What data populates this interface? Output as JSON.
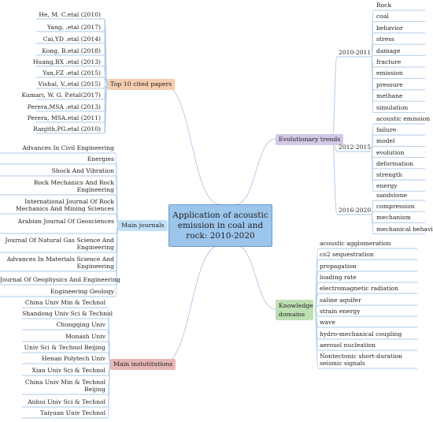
{
  "central_topic": "Application of acoustic emission in coal and rock: 2010-2020",
  "colors": {
    "central": "#9cc5ec",
    "top_cited": "#f5cdb0",
    "journals": "#bfe0f6",
    "institutions": "#e7b6b6",
    "trends": "#d3c8e6",
    "knowledge": "#bde0b3",
    "line": "#aec8e6"
  },
  "top_cited_papers": {
    "label": "Top 10 cited papers",
    "items": [
      "He, M. C.etal (2010)",
      "Yang, .etal (2017)",
      "Cai,YD .etal (2014)",
      "Kong, B.etal (2018)",
      "Huang,BX .etal (2013)",
      "Yan,FZ .etal (2015)",
      "Vishal, V.,etal (2015)",
      "Kumari, W. G. P.etal(2017)",
      "Perera,MSA .etal (2013)",
      "Perera, MSA.etal (2011)",
      "Ranjith,PG.etal (2010)"
    ]
  },
  "main_journals": {
    "label": "Main journals",
    "items": [
      "Advances In Civil Engineering",
      "Energies",
      "Shock And Vibration",
      "Rock Mechanics And Rock Engineering",
      "International Journal Of Rock Mechanics And Mining Sciences",
      "Arabian Journal Of Geosciences",
      "Journal Of Natural Gas Science And Engineering",
      "Advances In Materials Science And Engineering",
      "Journal Of Geophysics And Engineering",
      "Engineering Geology"
    ]
  },
  "main_institutions": {
    "label": "Main instutitutions",
    "items": [
      "China Univ Min & Technol",
      "Shandong Univ Sci & Technol",
      "Chongqing Univ",
      "Monash Univ",
      "Univ Sci & Technol Beijing",
      "Henan Polytech Univ",
      "Xian Univ Sci & Technol",
      "China Univ Min & Technol Beijing",
      "Anhui Univ Sci & Technol",
      "Taiyuan Univ Technol"
    ]
  },
  "evolutionary_trends": {
    "label": "Evolutionary trends",
    "periods": [
      {
        "label": "2010-2011",
        "items": [
          "Rock",
          "coal",
          "behavior",
          "stress",
          "damage",
          "fracture",
          "emission",
          "pressure",
          "methane",
          "simulation"
        ]
      },
      {
        "label": "2012-2015",
        "items": [
          "acoustic emission",
          "failure",
          "model",
          "evolution",
          "deformation",
          "strength",
          "energy"
        ]
      },
      {
        "label": "2016-2020",
        "items": [
          "sandstone",
          "compression",
          "mechanism",
          "mechanical behavior"
        ]
      }
    ]
  },
  "knowledge_domains": {
    "label": "Knowledge domains",
    "items": [
      "acoustic agglomeration",
      "co2 sequestration",
      "propagation",
      "loading rate",
      "electromagnetic radiation",
      "saline aquifer",
      "strain energy",
      "wave",
      "hydro-mechanical coupling",
      "aerosol nucleation",
      "Nontectonic short-duration seismic signals"
    ]
  }
}
